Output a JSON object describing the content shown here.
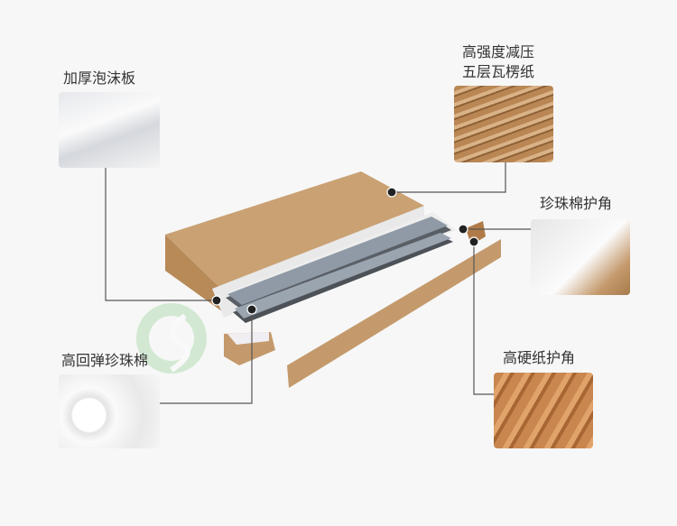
{
  "callouts": {
    "foam_board": {
      "label": "加厚泡沫板"
    },
    "corrugated": {
      "label_line1": "高强度减压",
      "label_line2": "五层瓦楞纸"
    },
    "pearl_corner": {
      "label": "珍珠棉护角"
    },
    "pearl_cotton": {
      "label": "高回弹珍珠棉"
    },
    "paper_corner": {
      "label": "高硬纸护角"
    }
  },
  "colors": {
    "cardboard": "#c49a6c",
    "cardboard_dark": "#a97c4e",
    "line": "#555555",
    "dot": "#222222"
  }
}
